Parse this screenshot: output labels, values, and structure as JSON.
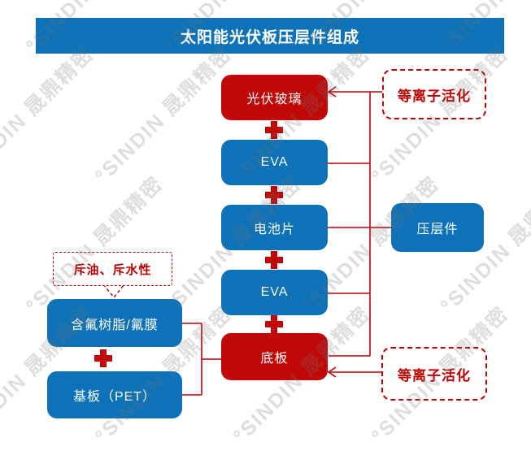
{
  "title": "太阳能光伏板压层件组成",
  "watermark": {
    "text": "°SINDIN 晟鼎精密"
  },
  "colors": {
    "blue": "#0d72b8",
    "red_box": "#c00808",
    "red_line": "#c00000"
  },
  "stack": {
    "glass": "光伏玻璃",
    "eva_top": "EVA",
    "cell": "电池片",
    "eva_bottom": "EVA",
    "backsheet": "底板"
  },
  "backsheet_parts": {
    "repellent_note": "斥油、斥水性",
    "fluoro_film": "含氟树脂/氟膜",
    "substrate": "基板（PET）"
  },
  "callouts": {
    "plasma_top": "等离子活化",
    "laminate": "压层件",
    "plasma_bottom": "等离子活化"
  }
}
